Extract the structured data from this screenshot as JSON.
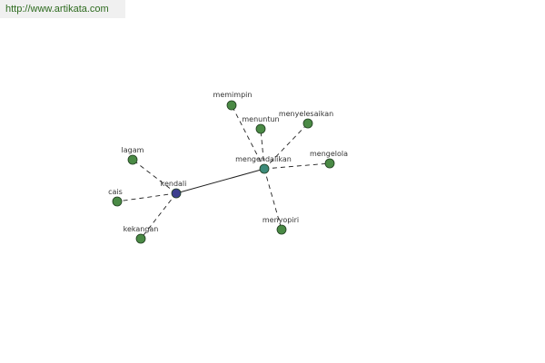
{
  "watermark": "http://www.artikata.com",
  "colors": {
    "hub_primary": "#3c3f8f",
    "hub_secondary": "#3d8b7a",
    "leaf": "#4a8a45",
    "node_stroke": "#1f3d1f",
    "edge": "#222222",
    "watermark_text": "#2e6b1f"
  },
  "graph": {
    "nodes": [
      {
        "id": "kendali",
        "label": "kendali",
        "kind": "hub_primary"
      },
      {
        "id": "mengendalikan",
        "label": "mengendalikan",
        "kind": "hub_secondary"
      },
      {
        "id": "lagam",
        "label": "lagam",
        "kind": "leaf"
      },
      {
        "id": "cais",
        "label": "cais",
        "kind": "leaf"
      },
      {
        "id": "kekangan",
        "label": "kekangan",
        "kind": "leaf"
      },
      {
        "id": "memimpin",
        "label": "memimpin",
        "kind": "leaf"
      },
      {
        "id": "menuntun",
        "label": "menuntun",
        "kind": "leaf"
      },
      {
        "id": "menyelesaikan",
        "label": "menyelesaikan",
        "kind": "leaf"
      },
      {
        "id": "mengelola",
        "label": "mengelola",
        "kind": "leaf"
      },
      {
        "id": "menyopiri",
        "label": "menyopiri",
        "kind": "leaf"
      }
    ],
    "edges": [
      {
        "from": "kendali",
        "to": "mengendalikan",
        "style": "solid"
      },
      {
        "from": "kendali",
        "to": "lagam",
        "style": "dashed"
      },
      {
        "from": "kendali",
        "to": "cais",
        "style": "dashed"
      },
      {
        "from": "kendali",
        "to": "kekangan",
        "style": "dashed"
      },
      {
        "from": "mengendalikan",
        "to": "memimpin",
        "style": "dashed"
      },
      {
        "from": "mengendalikan",
        "to": "menuntun",
        "style": "dashed"
      },
      {
        "from": "mengendalikan",
        "to": "menyelesaikan",
        "style": "dashed"
      },
      {
        "from": "mengendalikan",
        "to": "mengelola",
        "style": "dashed"
      },
      {
        "from": "mengendalikan",
        "to": "menyopiri",
        "style": "dashed"
      }
    ]
  }
}
